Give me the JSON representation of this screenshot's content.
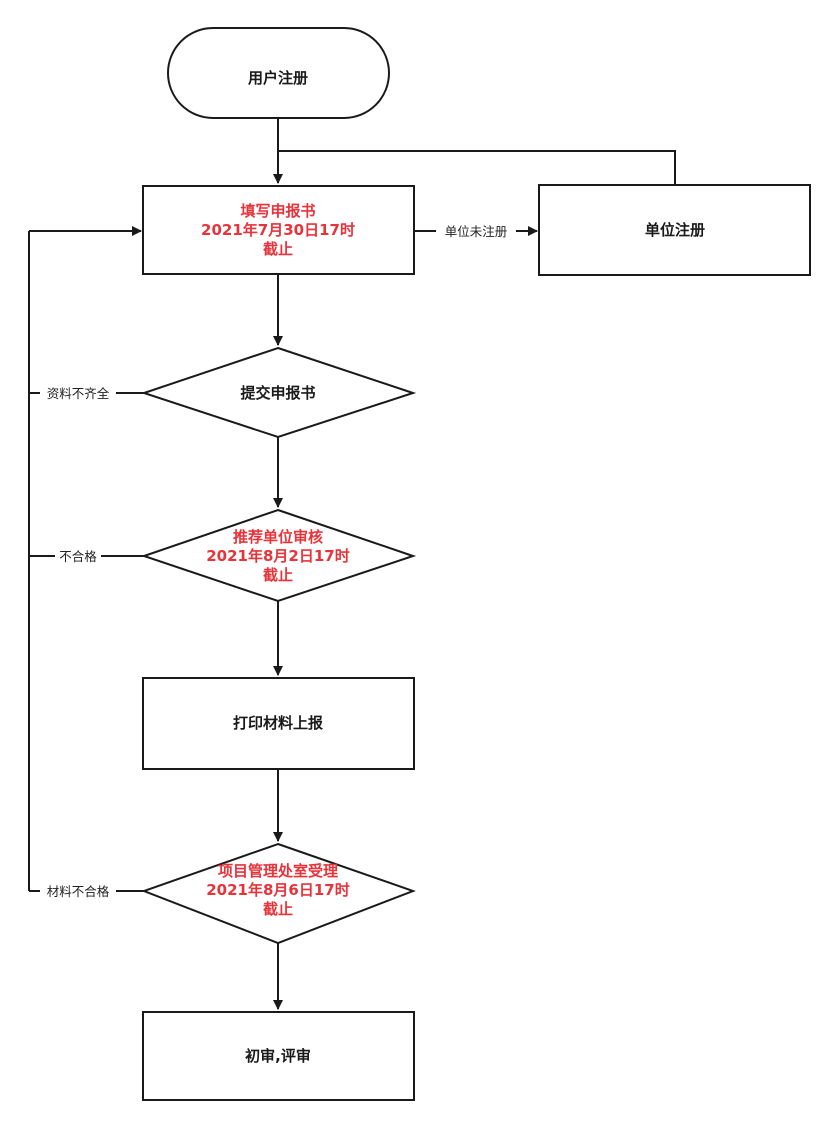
{
  "colors": {
    "line": "#1a1a1a",
    "text_default": "#1a1a1a",
    "text_highlight": "#e8333b",
    "shape_fill": "#ffffff"
  },
  "nodes": {
    "user_register": {
      "shape": "rounded-terminal",
      "lines": [
        "用户注册"
      ],
      "highlight": false
    },
    "fill_application": {
      "shape": "rectangle",
      "lines": [
        "填写申报书",
        "2021年7月30日17时",
        "截止"
      ],
      "highlight": true
    },
    "unit_register": {
      "shape": "rectangle",
      "lines": [
        "单位注册"
      ],
      "highlight": false
    },
    "submit_application": {
      "shape": "diamond",
      "lines": [
        "提交申报书"
      ],
      "highlight": false
    },
    "unit_review": {
      "shape": "diamond",
      "lines": [
        "推荐单位审核",
        "2021年8月2日17时",
        "截止"
      ],
      "highlight": true
    },
    "print_materials": {
      "shape": "rectangle",
      "lines": [
        "打印材料上报"
      ],
      "highlight": false
    },
    "office_acceptance": {
      "shape": "diamond",
      "lines": [
        "项目管理处室受理",
        "2021年8月6日17时",
        "截止"
      ],
      "highlight": true
    },
    "preliminary_review": {
      "shape": "rectangle",
      "lines": [
        "初审,评审"
      ],
      "highlight": false
    }
  },
  "edge_labels": {
    "unit_not_registered": "单位未注册",
    "incomplete_materials": "资料不齐全",
    "not_qualified": "不合格",
    "materials_not_qualified": "材料不合格"
  }
}
